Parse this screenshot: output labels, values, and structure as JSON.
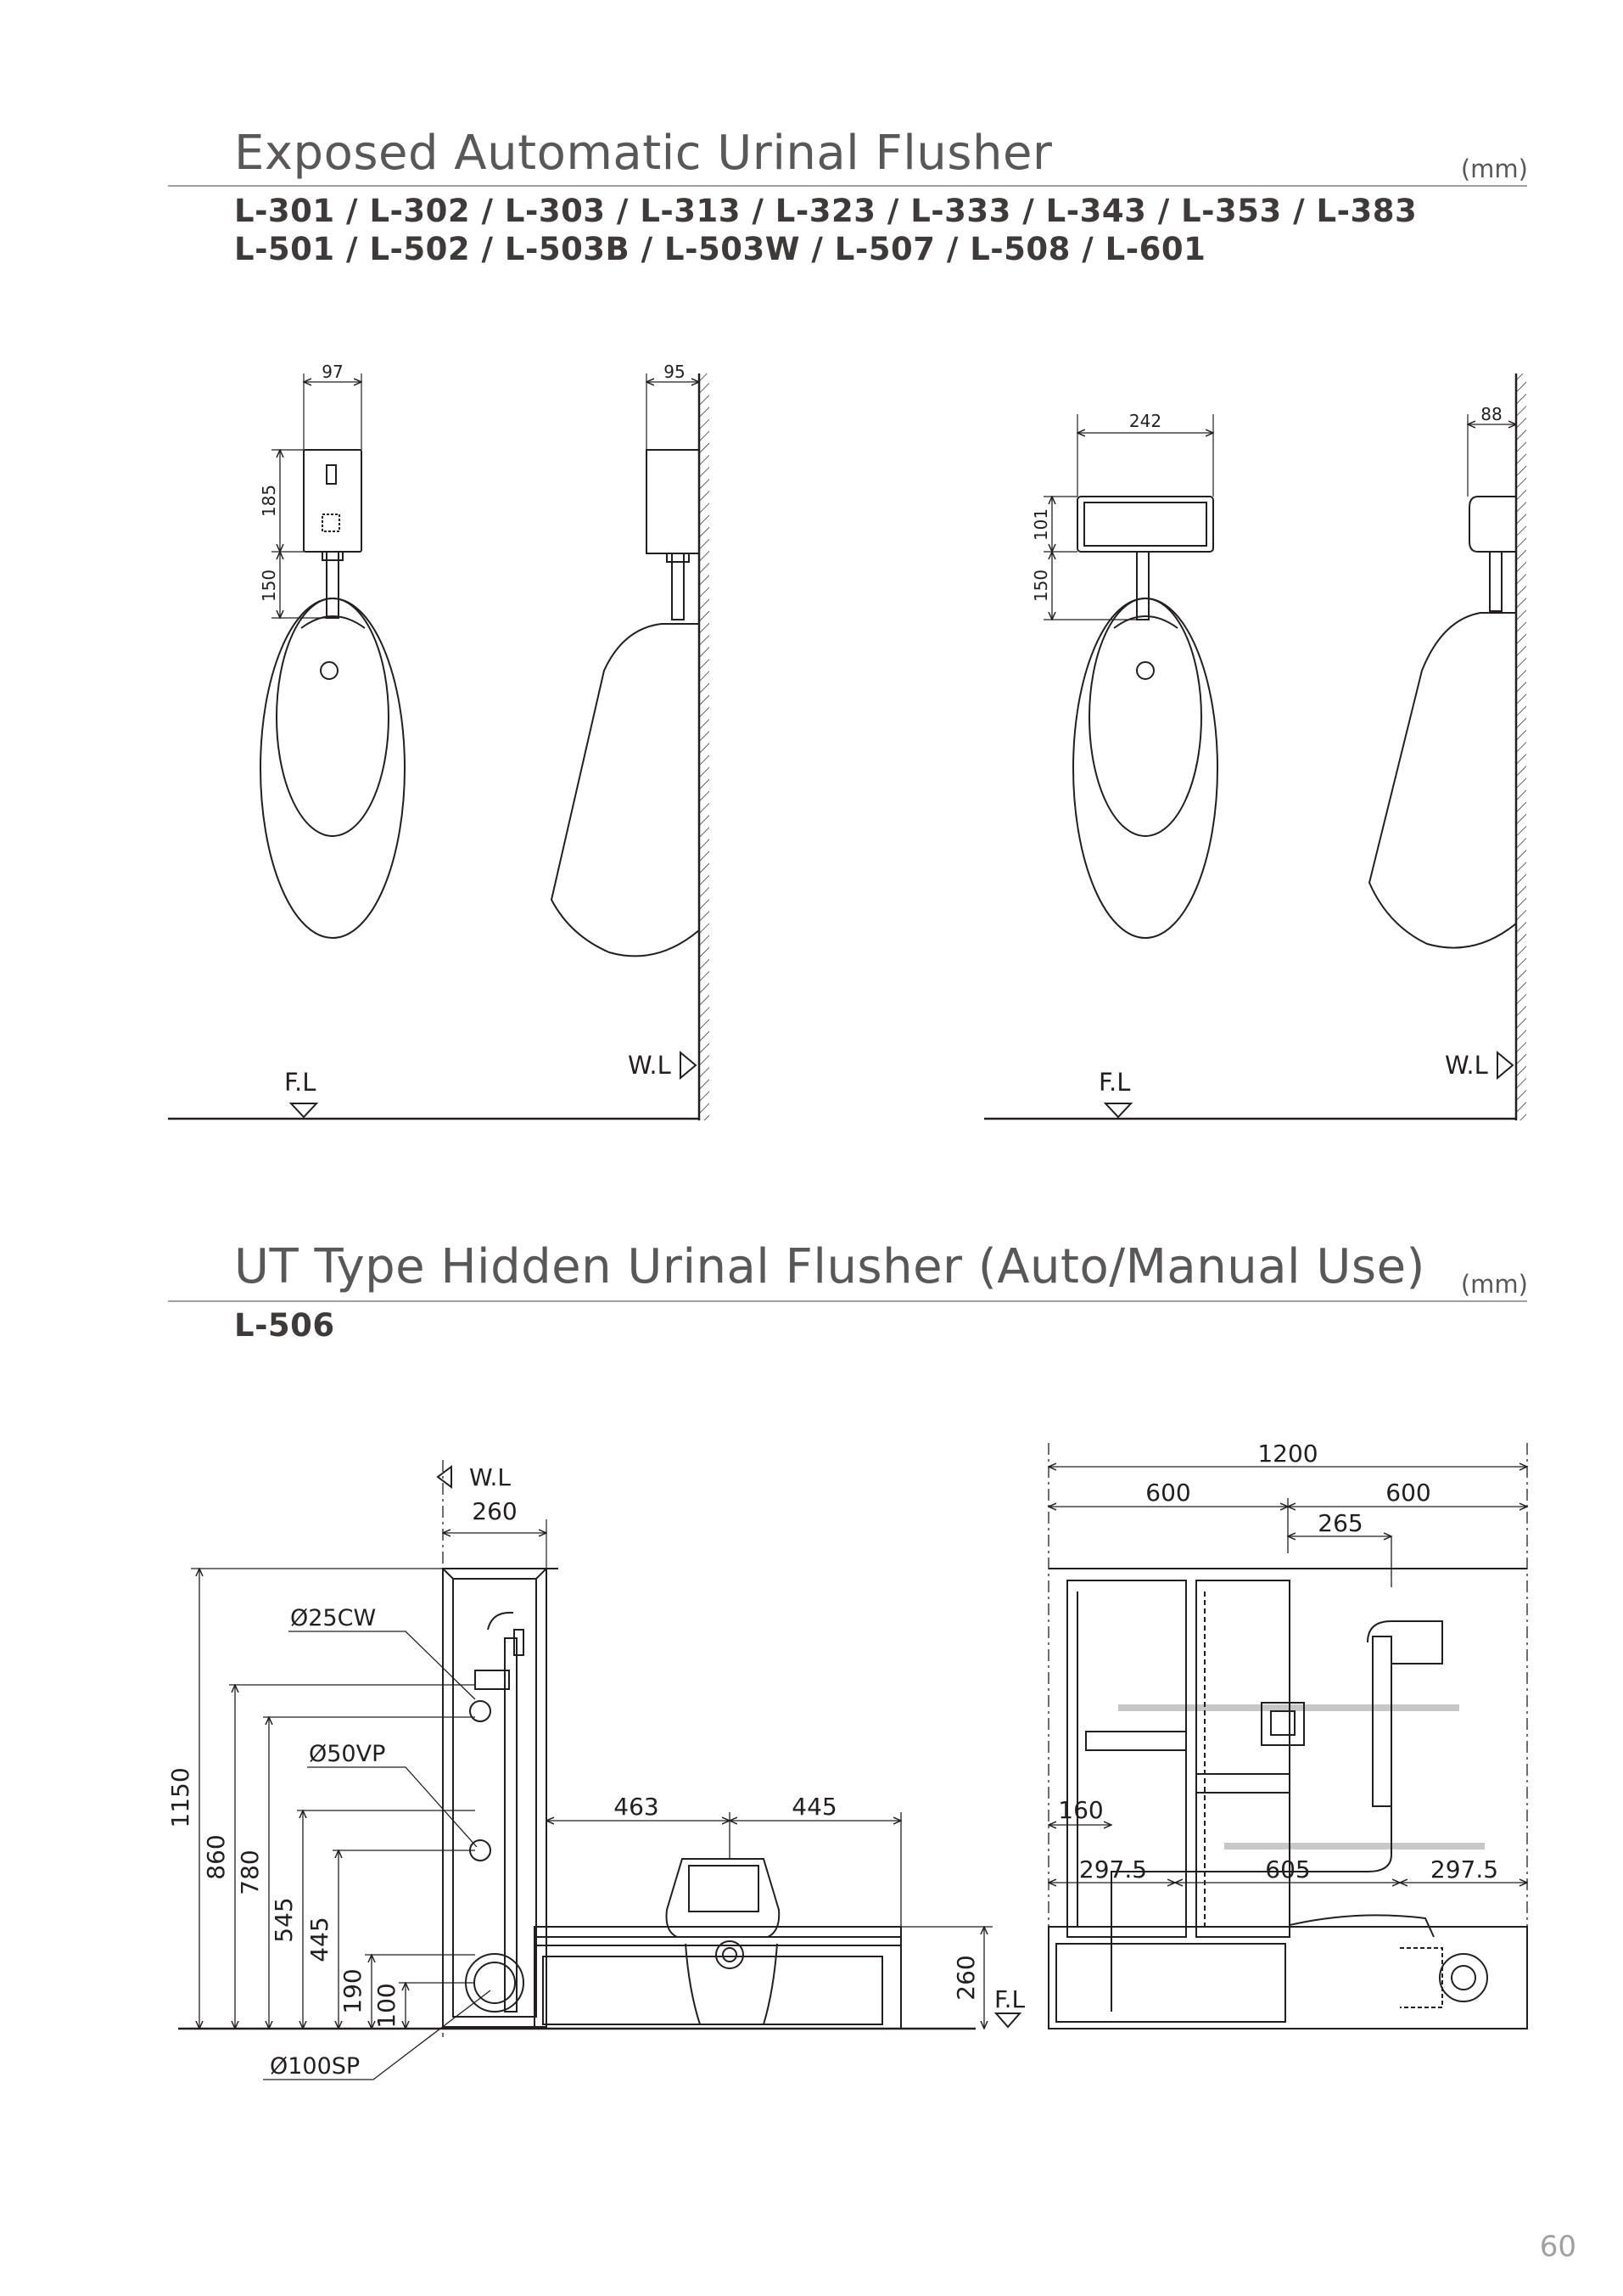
{
  "section1": {
    "title": "Exposed Automatic Urinal Flusher",
    "unit": "(mm)",
    "models_line1": "L-301 / L-302 / L-303 / L-313 / L-323 / L-333 / L-343 / L-353 / L-383",
    "models_line2": "L-501 / L-502 / L-503B / L-503W / L-507 / L-508 / L-601",
    "drawing1": {
      "front_width": "97",
      "side_depth": "95",
      "box_height": "185",
      "pipe_height": "150",
      "floor": "F.L",
      "wall": "W.L"
    },
    "drawing2": {
      "front_width": "242",
      "side_depth": "88",
      "box_height": "101",
      "pipe_height": "150",
      "floor": "F.L",
      "wall": "W.L"
    }
  },
  "section2": {
    "title": "UT Type Hidden Urinal Flusher (Auto/Manual Use)",
    "unit": "(mm)",
    "models_line1": "L-506",
    "side": {
      "wall": "W.L",
      "width": "260",
      "cw": "Ø25CW",
      "vp": "Ø50VP",
      "sp": "Ø100SP",
      "h1": "1150",
      "h2": "860",
      "h3": "780",
      "h4": "545",
      "h5": "445",
      "h6": "190",
      "h7": "100",
      "d1": "463",
      "d2": "445",
      "base": "260",
      "floor": "F.L"
    },
    "front": {
      "total": "1200",
      "left": "600",
      "right": "600",
      "offset": "265",
      "gap": "160",
      "a": "297.5",
      "b": "605",
      "c": "297.5"
    }
  },
  "page_number": "60"
}
